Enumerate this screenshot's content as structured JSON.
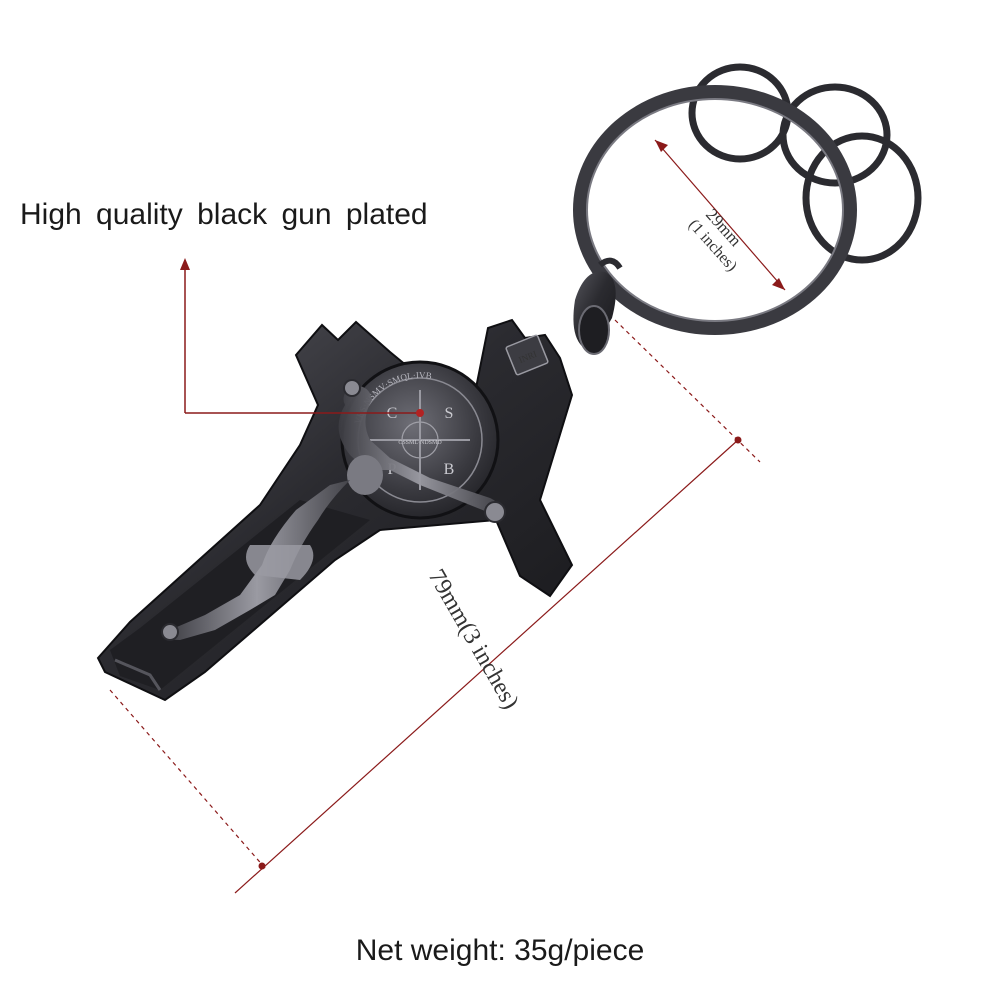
{
  "annotations": {
    "feature_label": "High quality black gun plated",
    "weight_label": "Net weight: 35g/piece"
  },
  "dimensions": {
    "ring_diameter": {
      "value": "29mm",
      "alt": "(1 inches)"
    },
    "length": {
      "value": "79mm(3 inches)"
    }
  },
  "medal": {
    "inri_plaque": "INRI",
    "letters": [
      "C",
      "S",
      "P",
      "B"
    ],
    "rim_text": "VRS·NSMV·SMQL·IVB",
    "center": "CSSML·NDSMD"
  },
  "colors": {
    "metal_dark": "#2b2b30",
    "metal_mid": "#4a4a52",
    "metal_light": "#8a8a92",
    "accent_red": "#8b1a1a",
    "background": "#ffffff"
  }
}
